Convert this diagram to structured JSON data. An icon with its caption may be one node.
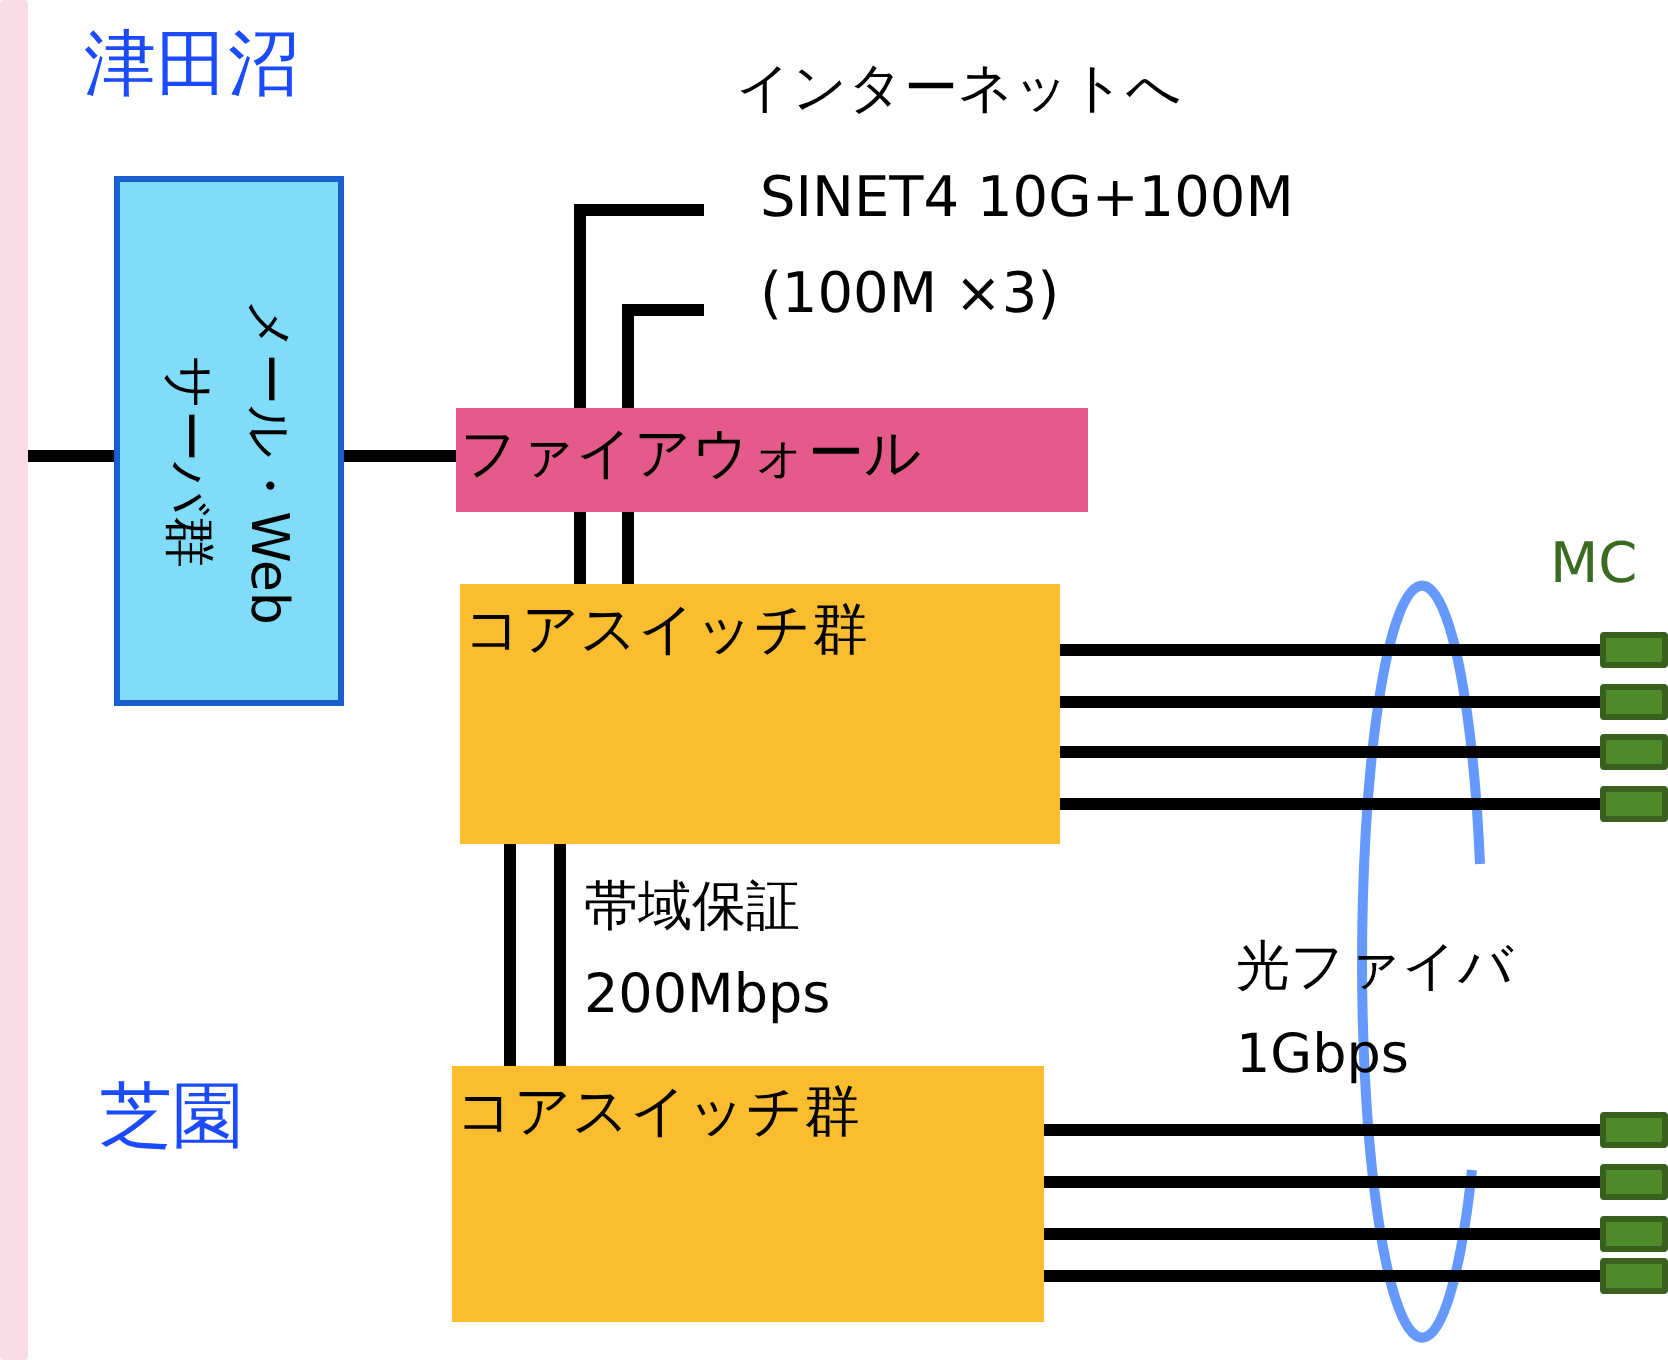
{
  "diagram": {
    "nodes": [
      {
        "text": [
          "メール・Webサーバ群"
        ]
      },
      {
        "text": [
          "ファイアウォール"
        ]
      },
      {
        "text": [
          "コアスイッチ群"
        ]
      },
      {
        "text": [
          "コアスイッチ群"
        ]
      },
      {
        "text": [
          "SINET4 10G+100M"
        ]
      },
      {
        "text": [
          "(100M ×3)"
        ]
      },
      {
        "text": [],
        "shape": "bar"
      },
      {
        "text": [],
        "shape": "bar"
      },
      {
        "text": [],
        "shape": "bar"
      },
      {
        "text": [],
        "shape": "bar"
      },
      {
        "text": [],
        "shape": "bar"
      },
      {
        "text": [],
        "shape": "bar"
      },
      {
        "text": [],
        "shape": "bar"
      },
      {
        "text": [],
        "shape": "bar"
      },
      {
        "text": [],
        "shape": "bar"
      }
    ],
    "edges": [
      {
        "from": 14,
        "to": 0,
        "arrow": "none"
      },
      {
        "from": 0,
        "to": 1,
        "arrow": "none"
      },
      {
        "from": 1,
        "to": 4,
        "arrow": "none"
      },
      {
        "from": 1,
        "to": 5,
        "arrow": "none"
      },
      {
        "from": 2,
        "to": 3,
        "arrow": "none"
      },
      {
        "from": 2,
        "to": 3,
        "arrow": "none"
      },
      {
        "from": 2,
        "to": 6,
        "arrow": "none"
      },
      {
        "from": 2,
        "to": 7,
        "arrow": "none"
      },
      {
        "from": 2,
        "to": 8,
        "arrow": "none"
      },
      {
        "from": 2,
        "to": 9,
        "arrow": "none"
      },
      {
        "from": 3,
        "to": 10,
        "arrow": "none"
      },
      {
        "from": 3,
        "to": 11,
        "arrow": "none"
      },
      {
        "from": 3,
        "to": 12,
        "arrow": "none"
      },
      {
        "from": 3,
        "to": 13,
        "arrow": "none"
      },
      {
        "from": 2,
        "to": 1,
        "arrow": "none"
      },
      {
        "from": 2,
        "to": 1,
        "arrow": "none"
      }
    ],
    "labels": [
      "津田沼",
      "インターネットへ",
      "MC",
      "帯域保証 200Mbps",
      "光ファイバ 1Gbps",
      "芝園"
    ]
  }
}
